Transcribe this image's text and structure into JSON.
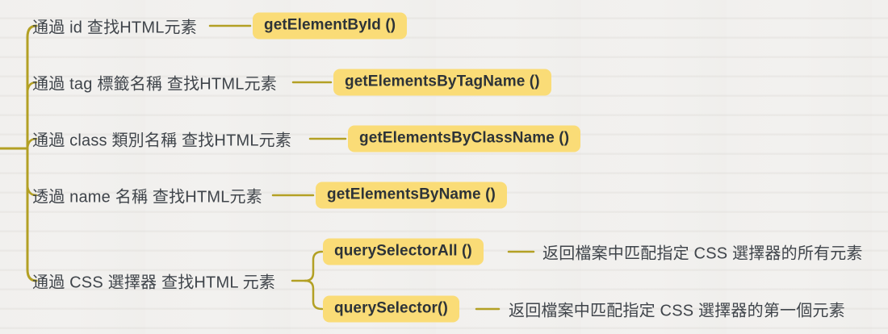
{
  "colors": {
    "background": "#f2f1ef",
    "connector_line": "#b3a024",
    "node_background": "#fadc77",
    "node_text": "#2d3338",
    "label_text": "#3f444a"
  },
  "mindmap": {
    "branches": [
      {
        "label": "通過 id 查找HTML元素",
        "method": "getElementById ()"
      },
      {
        "label": "通過 tag 標籤名稱 查找HTML元素",
        "method": "getElementsByTagName ()"
      },
      {
        "label": "通過 class 類別名稱 查找HTML元素",
        "method": "getElementsByClassName ()"
      },
      {
        "label": "透過 name 名稱 查找HTML元素",
        "method": "getElementsByName ()"
      },
      {
        "label": "通過 CSS 選擇器 查找HTML 元素",
        "children": [
          {
            "method": "querySelectorAll ()",
            "description": "返回檔案中匹配指定 CSS 選擇器的所有元素"
          },
          {
            "method": "querySelector()",
            "description": "返回檔案中匹配指定 CSS 選擇器的第一個元素"
          }
        ]
      }
    ]
  }
}
